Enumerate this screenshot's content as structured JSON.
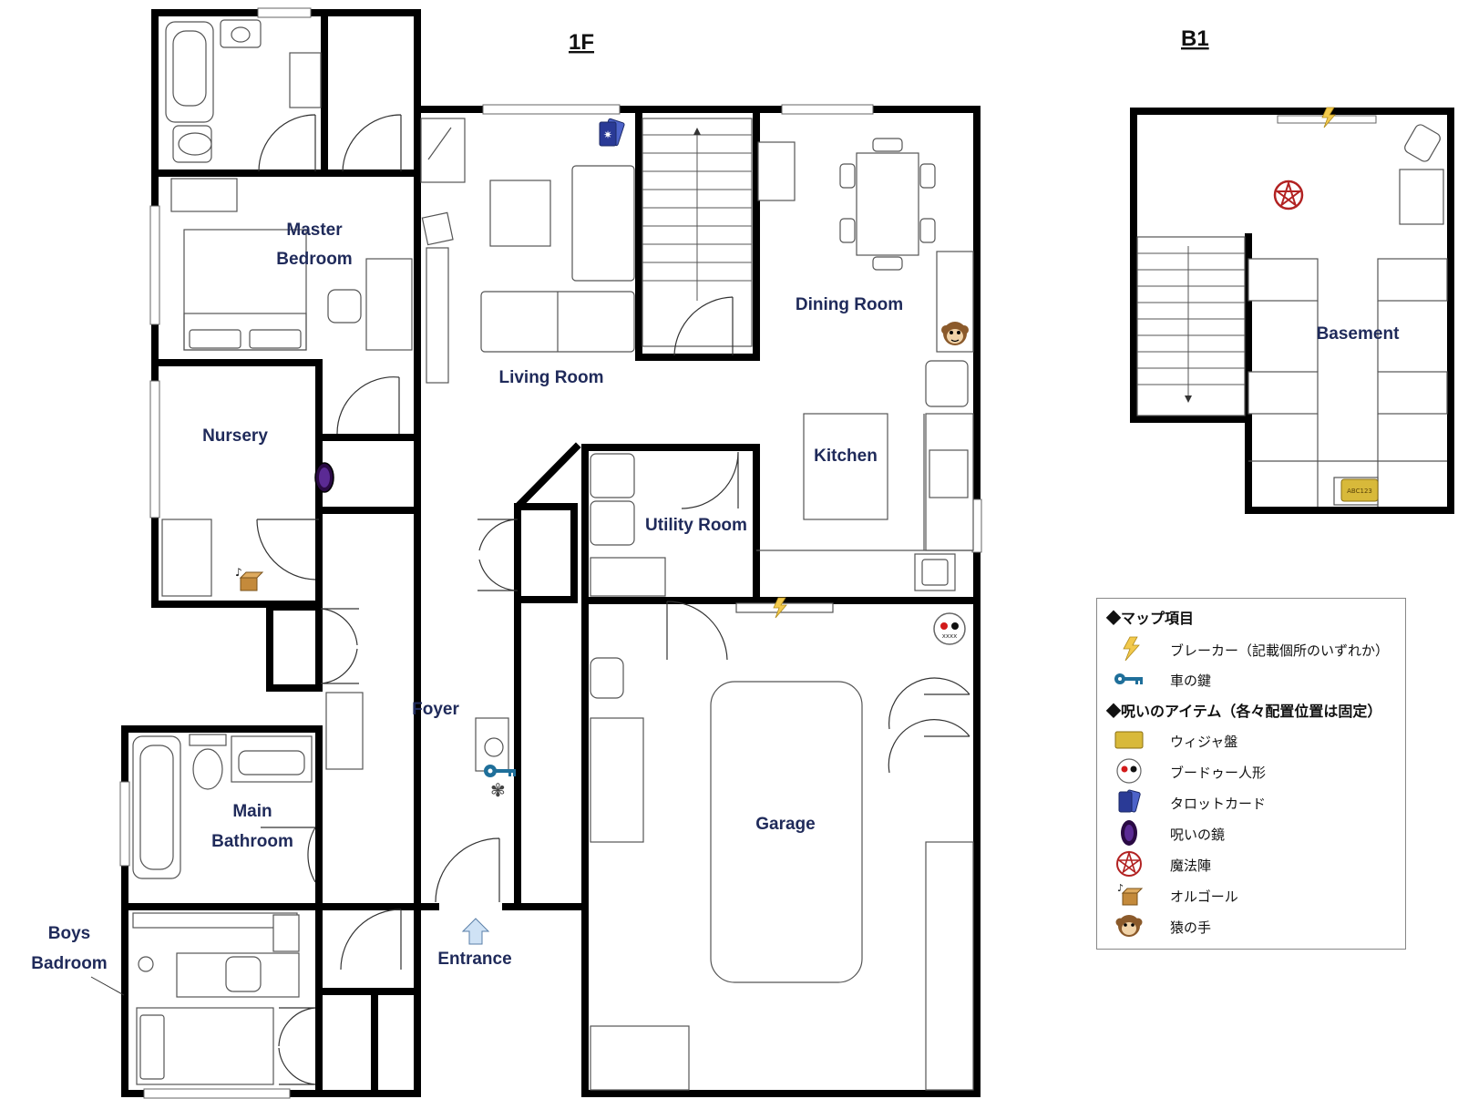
{
  "floors": {
    "first": "1F",
    "basement": "B1"
  },
  "rooms": {
    "master_bedroom": [
      "Master",
      "Bedroom"
    ],
    "nursery": "Nursery",
    "living_room": "Living Room",
    "dining_room": "Dining Room",
    "kitchen": "Kitchen",
    "utility_room": "Utility Room",
    "foyer": "Foyer",
    "main_bathroom": [
      "Main",
      "Bathroom"
    ],
    "boys_bedroom": [
      "Boys",
      "Badroom"
    ],
    "entrance": "Entrance",
    "garage": "Garage",
    "basement": "Basement"
  },
  "legend": {
    "map_items_heading": "◆マップ項目",
    "map_items": [
      {
        "icon": "breaker-lightning-icon",
        "label": "ブレーカー（記載個所のいずれか）"
      },
      {
        "icon": "car-key-icon",
        "label": "車の鍵"
      }
    ],
    "cursed_heading": "◆呪いのアイテム（各々配置位置は固定）",
    "cursed_items": [
      {
        "icon": "ouija-board-icon",
        "label": "ウィジャ盤"
      },
      {
        "icon": "voodoo-doll-icon",
        "label": "ブードゥー人形"
      },
      {
        "icon": "tarot-cards-icon",
        "label": "タロットカード"
      },
      {
        "icon": "cursed-mirror-icon",
        "label": "呪いの鏡"
      },
      {
        "icon": "pentagram-icon",
        "label": "魔法陣"
      },
      {
        "icon": "music-box-icon",
        "label": "オルゴール"
      },
      {
        "icon": "monkey-paw-icon",
        "label": "猿の手"
      }
    ]
  },
  "colors": {
    "wall": "#000000",
    "label": "#1f2a5a",
    "pentagram": "#b22222",
    "mirror": "#3b1060",
    "key": "#1f6f9a",
    "breaker": "#f2c94c",
    "ouija": "#d8b93a"
  }
}
